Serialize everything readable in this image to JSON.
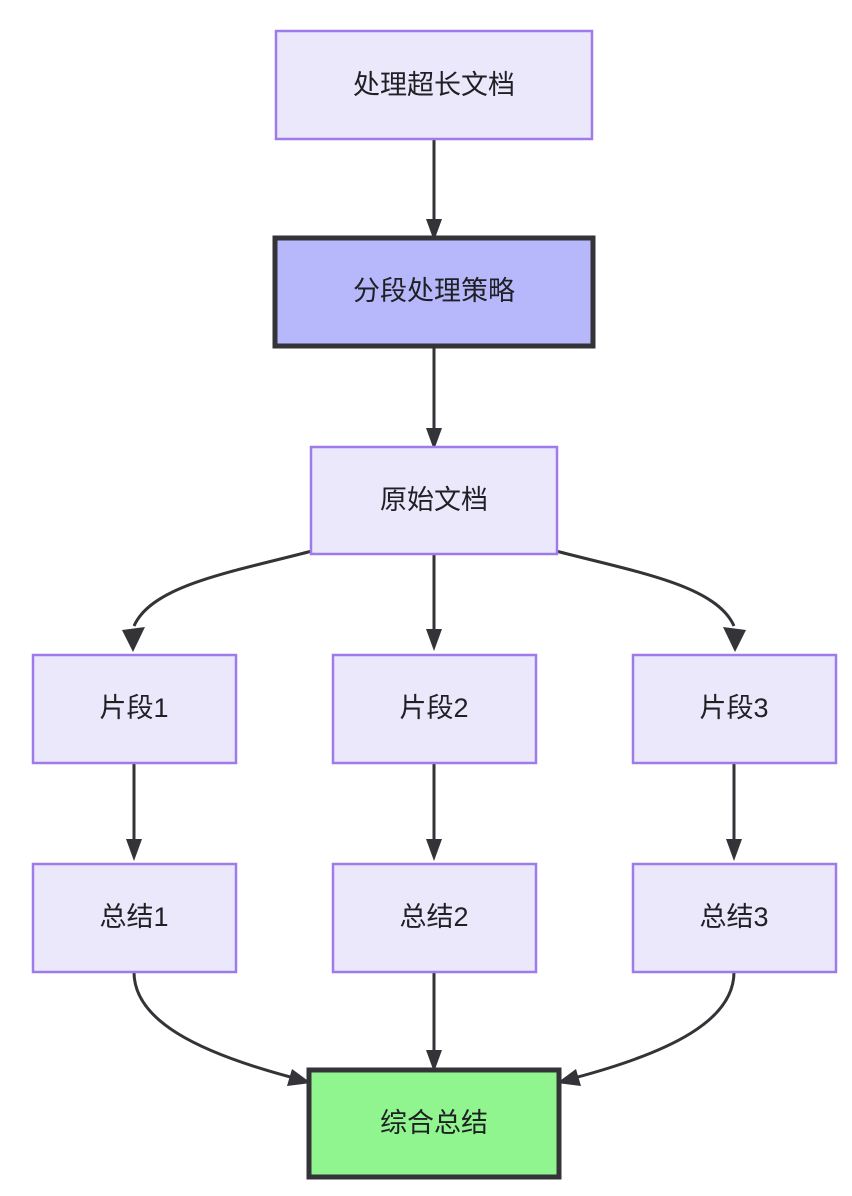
{
  "diagram": {
    "type": "flowchart",
    "direction": "top-to-bottom",
    "background_color": "#ffffff",
    "title_text": "处理超长文档",
    "colors": {
      "node_fill": "#ebe8fc",
      "node_stroke": "#9f7aea",
      "highlight_fill": "#b7b7fb",
      "highlight_stroke": "#333338",
      "terminal_fill": "#90f58f",
      "terminal_stroke": "#333338",
      "edge_stroke": "#333338",
      "label_color": "#1f2024"
    },
    "nodes": [
      {
        "id": "doc",
        "label": "处理超长文档",
        "style": "normal"
      },
      {
        "id": "strategy",
        "label": "分段处理策略",
        "style": "highlight"
      },
      {
        "id": "source",
        "label": "原始文档",
        "style": "normal"
      },
      {
        "id": "chunk1",
        "label": "片段1",
        "style": "normal"
      },
      {
        "id": "chunk2",
        "label": "片段2",
        "style": "normal"
      },
      {
        "id": "chunk3",
        "label": "片段3",
        "style": "normal"
      },
      {
        "id": "sum1",
        "label": "总结1",
        "style": "normal"
      },
      {
        "id": "sum2",
        "label": "总结2",
        "style": "normal"
      },
      {
        "id": "sum3",
        "label": "总结3",
        "style": "normal"
      },
      {
        "id": "final",
        "label": "综合总结",
        "style": "terminal"
      }
    ],
    "edges": [
      {
        "from": "doc",
        "to": "strategy",
        "shape": "straight"
      },
      {
        "from": "strategy",
        "to": "source",
        "shape": "straight"
      },
      {
        "from": "source",
        "to": "chunk1",
        "shape": "curved-left"
      },
      {
        "from": "source",
        "to": "chunk2",
        "shape": "straight"
      },
      {
        "from": "source",
        "to": "chunk3",
        "shape": "curved-right"
      },
      {
        "from": "chunk1",
        "to": "sum1",
        "shape": "straight"
      },
      {
        "from": "chunk2",
        "to": "sum2",
        "shape": "straight"
      },
      {
        "from": "chunk3",
        "to": "sum3",
        "shape": "straight"
      },
      {
        "from": "sum1",
        "to": "final",
        "shape": "curved-right"
      },
      {
        "from": "sum2",
        "to": "final",
        "shape": "straight"
      },
      {
        "from": "sum3",
        "to": "final",
        "shape": "curved-left"
      }
    ]
  }
}
